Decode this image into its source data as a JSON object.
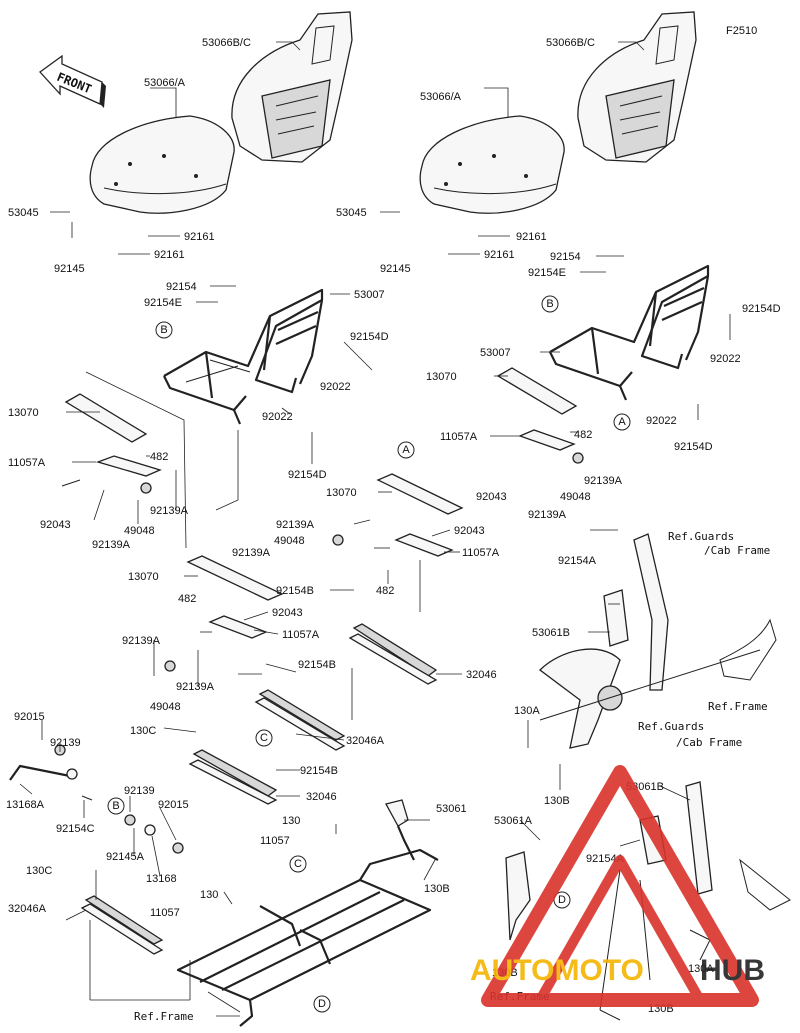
{
  "figure_code": "F2510",
  "front_arrow_label": "FRONT",
  "watermark": {
    "brand_left": "AUTOMOTO",
    "brand_right": "HUB",
    "color_left": "#f5b400",
    "color_right": "#222222",
    "triangle_color": "#d9322b"
  },
  "callouts": [
    "B",
    "B",
    "A",
    "A",
    "C",
    "C",
    "B",
    "D",
    "D"
  ],
  "labels": {
    "l_53066bc_left": "53066B/C",
    "l_53066a_left": "53066/A",
    "l_53045_left": "53045",
    "l_92145_left": "92145",
    "l_92161a_left": "92161",
    "l_92161b_left": "92161",
    "l_92154_left": "92154",
    "l_92154e_left": "92154E",
    "l_53007_left": "53007",
    "l_92154d_left_a": "92154D",
    "l_92022_left_a": "92022",
    "l_92022_left_b": "92022",
    "l_92154d_left_b": "92154D",
    "l_13070_left": "13070",
    "l_11057a_left": "11057A",
    "l_482_left": "482",
    "l_92043_left": "92043",
    "l_92139a_left_a": "92139A",
    "l_49048_left": "49048",
    "l_92139a_left_b": "92139A",
    "l_53066bc_right": "53066B/C",
    "l_53066a_right": "53066/A",
    "l_53045_right": "53045",
    "l_92145_right": "92145",
    "l_92161a_right": "92161",
    "l_92161b_right": "92161",
    "l_92154_right": "92154",
    "l_92154e_right": "92154E",
    "l_92154d_right_a": "92154D",
    "l_53007_right": "53007",
    "l_92022_right_a": "92022",
    "l_13070_right": "13070",
    "l_92022_right_b": "92022",
    "l_92154d_right_b": "92154D",
    "l_11057a_right": "11057A",
    "l_482_right": "482",
    "l_92043_right": "92043",
    "l_92139a_right_a": "92139A",
    "l_49048_right": "49048",
    "l_92139a_right_b": "92139A",
    "l_13070_mid": "13070",
    "l_92139a_mid_a": "92139A",
    "l_49048_mid": "49048",
    "l_92139a_mid_b": "92139A",
    "l_92043_mid": "92043",
    "l_11057a_mid": "11057A",
    "l_92154b_mid": "92154B",
    "l_482_mid": "482",
    "l_32046_mid": "32046",
    "l_13070_low": "13070",
    "l_482_low": "482",
    "l_92043_low": "92043",
    "l_11057a_low": "11057A",
    "l_92139a_low_a": "92139A",
    "l_92139a_low_b": "92139A",
    "l_49048_low": "49048",
    "l_92154b_low_a": "92154B",
    "l_130c_a": "130C",
    "l_32046a_a": "32046A",
    "l_92154b_low_b": "92154B",
    "l_32046_low": "32046",
    "l_92015_a": "92015",
    "l_92139_a": "92139",
    "l_13168a": "13168A",
    "l_92154c": "92154C",
    "l_92139_b": "92139",
    "l_92015_b": "92015",
    "l_92145a": "92145A",
    "l_13168": "13168",
    "l_130c_b": "130C",
    "l_32046a_b": "32046A",
    "l_130_a": "130",
    "l_11057_a": "11057",
    "l_53061": "53061",
    "l_130b_a": "130B",
    "l_130_b": "130",
    "l_11057_b": "11057",
    "l_ref_frame_low": "Ref.Frame",
    "l_ref_guards_a": "Ref.Guards",
    "l_cab_frame_a": "/Cab Frame",
    "l_92154a_a": "92154A",
    "l_53061b_a": "53061B",
    "l_ref_frame_right": "Ref.Frame",
    "l_130a_a": "130A",
    "l_130b_b": "130B",
    "l_ref_guards_b": "Ref.Guards",
    "l_cab_frame_b": "/Cab Frame",
    "l_53061b_b": "53061B",
    "l_53061a": "53061A",
    "l_92154a_b": "92154A",
    "l_130b_c": "130B",
    "l_ref_frame_bottom": "Ref.Frame",
    "l_130a_b": "130A",
    "l_130b_d": "130B"
  }
}
